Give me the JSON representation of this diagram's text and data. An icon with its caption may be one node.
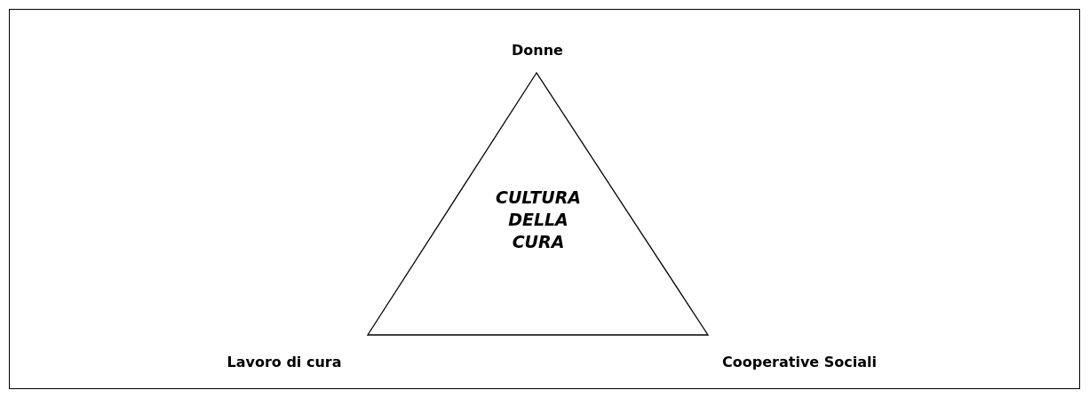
{
  "diagram": {
    "nodes": [
      {
        "text": [
          "CULTURA DELLA CURA"
        ]
      }
    ],
    "labels": [
      "Donne",
      "Lavoro di cura",
      "Cooperative Sociali"
    ]
  }
}
